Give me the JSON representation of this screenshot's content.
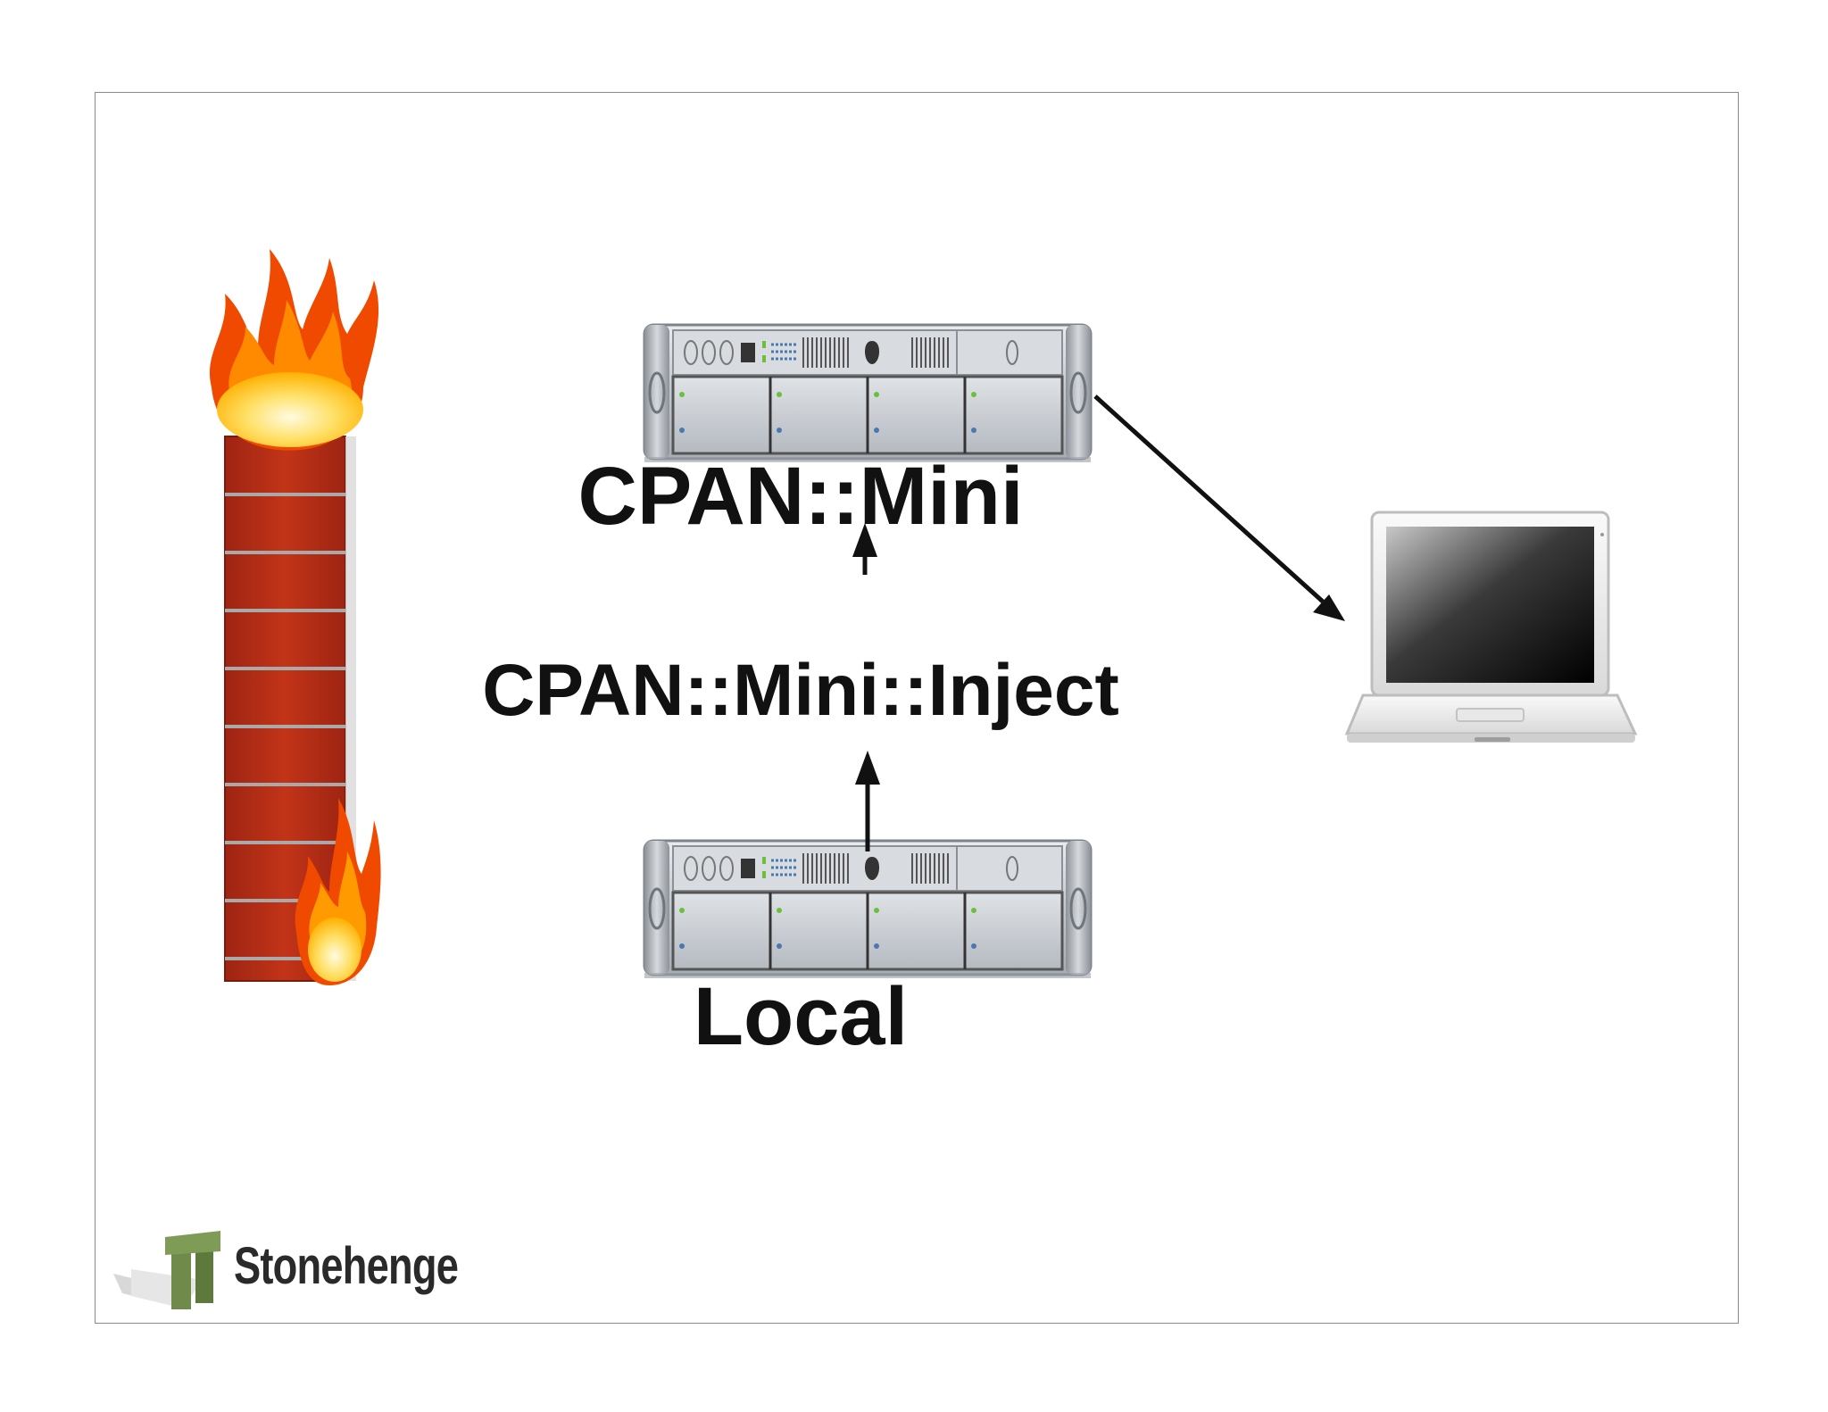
{
  "labels": {
    "top_server": "CPAN::Mini",
    "middle_tool": "CPAN::Mini::Inject",
    "bottom_server": "Local"
  },
  "logo": {
    "text": "Stonehenge",
    "icon": "stonehenge-logo-icon"
  },
  "icons": {
    "firewall": "burning-firewall-icon",
    "server": "rack-server-icon",
    "laptop": "laptop-icon",
    "arrow": "arrow-icon"
  },
  "colors": {
    "brick": "#b52a14",
    "mortar": "#a9a9a9",
    "flame_outer": "#f04a00",
    "flame_inner": "#ffd23a",
    "server_metal": "#c8ccd2",
    "laptop_screen": "#1a1a1a",
    "logo_green": "#6f8a4a",
    "text": "#111111"
  }
}
